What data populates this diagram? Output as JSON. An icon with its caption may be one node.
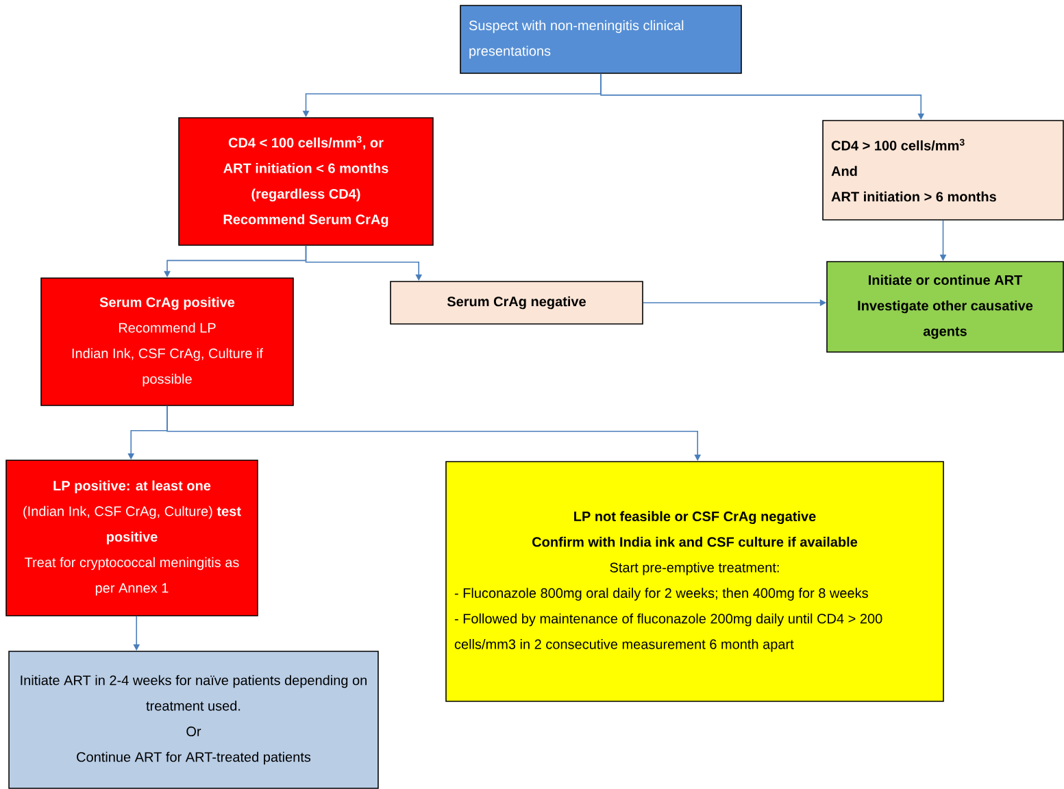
{
  "diagram": {
    "nodes": [
      {
        "text": [
          "Suspect with non-meningitis clinical presentations"
        ]
      },
      {
        "text": [
          "CD4 < 100 cells/mm$^{3}$, or",
          "ART initiation < 6 months",
          "(regardless CD4)",
          "Recommend Serum CrAg"
        ]
      },
      {
        "text": [
          "CD4 > 100 cells/mm$^{3}$",
          "And",
          "ART initiation > 6 months"
        ]
      },
      {
        "text": [
          "Serum CrAg positive",
          "Recommend LP",
          "Indian Ink, CSF CrAg, Culture if possible"
        ]
      },
      {
        "text": [
          "Serum CrAg negative"
        ]
      },
      {
        "text": [
          "Initiate or continue ART",
          "Investigate other causative agents"
        ]
      },
      {
        "text": [
          "LP positive: at least one",
          "(Indian Ink, CSF CrAg, Culture) **test positive**",
          "Treat for cryptococcal meningitis as per Annex 1"
        ]
      },
      {
        "text": [
          "LP not feasible or CSF CrAg negative",
          "Confirm with India ink and CSF culture if available",
          "Start pre-emptive treatment:",
          "- Fluconazole 800mg oral daily for 2 weeks; then 400mg for 8 weeks",
          "- Followed by maintenance of fluconazole 200mg daily until CD4 > 200 cells/mm3 in 2 consecutive measurement 6 month apart"
        ]
      },
      {
        "text": [
          "Initiate ART in 2-4 weeks for naïve patients depending on treatment used.",
          "Or",
          "Continue ART for ART-treated patients"
        ]
      }
    ],
    "edges": [
      {
        "from": 0,
        "to": 1,
        "arrow": "to"
      },
      {
        "from": 0,
        "to": 2,
        "arrow": "to"
      },
      {
        "from": 1,
        "to": 3,
        "arrow": "to"
      },
      {
        "from": 1,
        "to": 4,
        "arrow": "to"
      },
      {
        "from": 2,
        "to": 5,
        "arrow": "to"
      },
      {
        "from": 4,
        "to": 5,
        "arrow": "to"
      },
      {
        "from": 3,
        "to": 6,
        "arrow": "to"
      },
      {
        "from": 3,
        "to": 7,
        "arrow": "to"
      },
      {
        "from": 6,
        "to": 8,
        "arrow": "to"
      }
    ]
  }
}
